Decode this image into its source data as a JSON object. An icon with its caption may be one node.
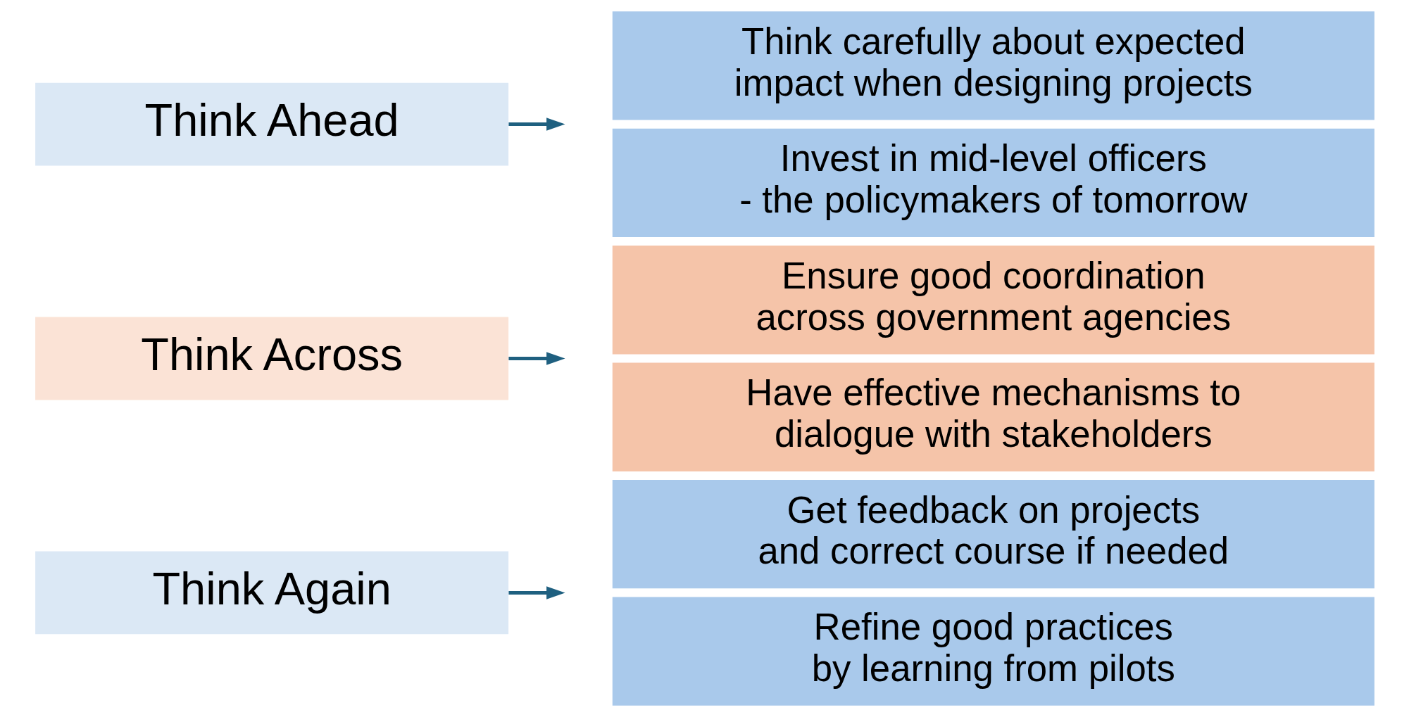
{
  "diagram": {
    "nodes": [
      {
        "text": [
          "Think Ahead"
        ]
      },
      {
        "text": [
          "Think carefully about expected impact when designing projects"
        ]
      },
      {
        "text": [
          "Invest in mid-level officers - the policymakers of tomorrow"
        ]
      },
      {
        "text": [
          "Think Across"
        ]
      },
      {
        "text": [
          "Ensure good coordination across government agencies"
        ]
      },
      {
        "text": [
          "Have effective mechanisms to dialogue with stakeholders"
        ]
      },
      {
        "text": [
          "Think Again"
        ]
      },
      {
        "text": [
          "Get feedback on projects and correct course if needed"
        ]
      },
      {
        "text": [
          "Refine good practices by learning from pilots"
        ]
      }
    ],
    "edges": [
      {
        "from": 0,
        "to": null,
        "arrow": "to"
      },
      {
        "from": 3,
        "to": null,
        "arrow": "to"
      },
      {
        "from": 6,
        "to": null,
        "arrow": "to"
      }
    ]
  }
}
